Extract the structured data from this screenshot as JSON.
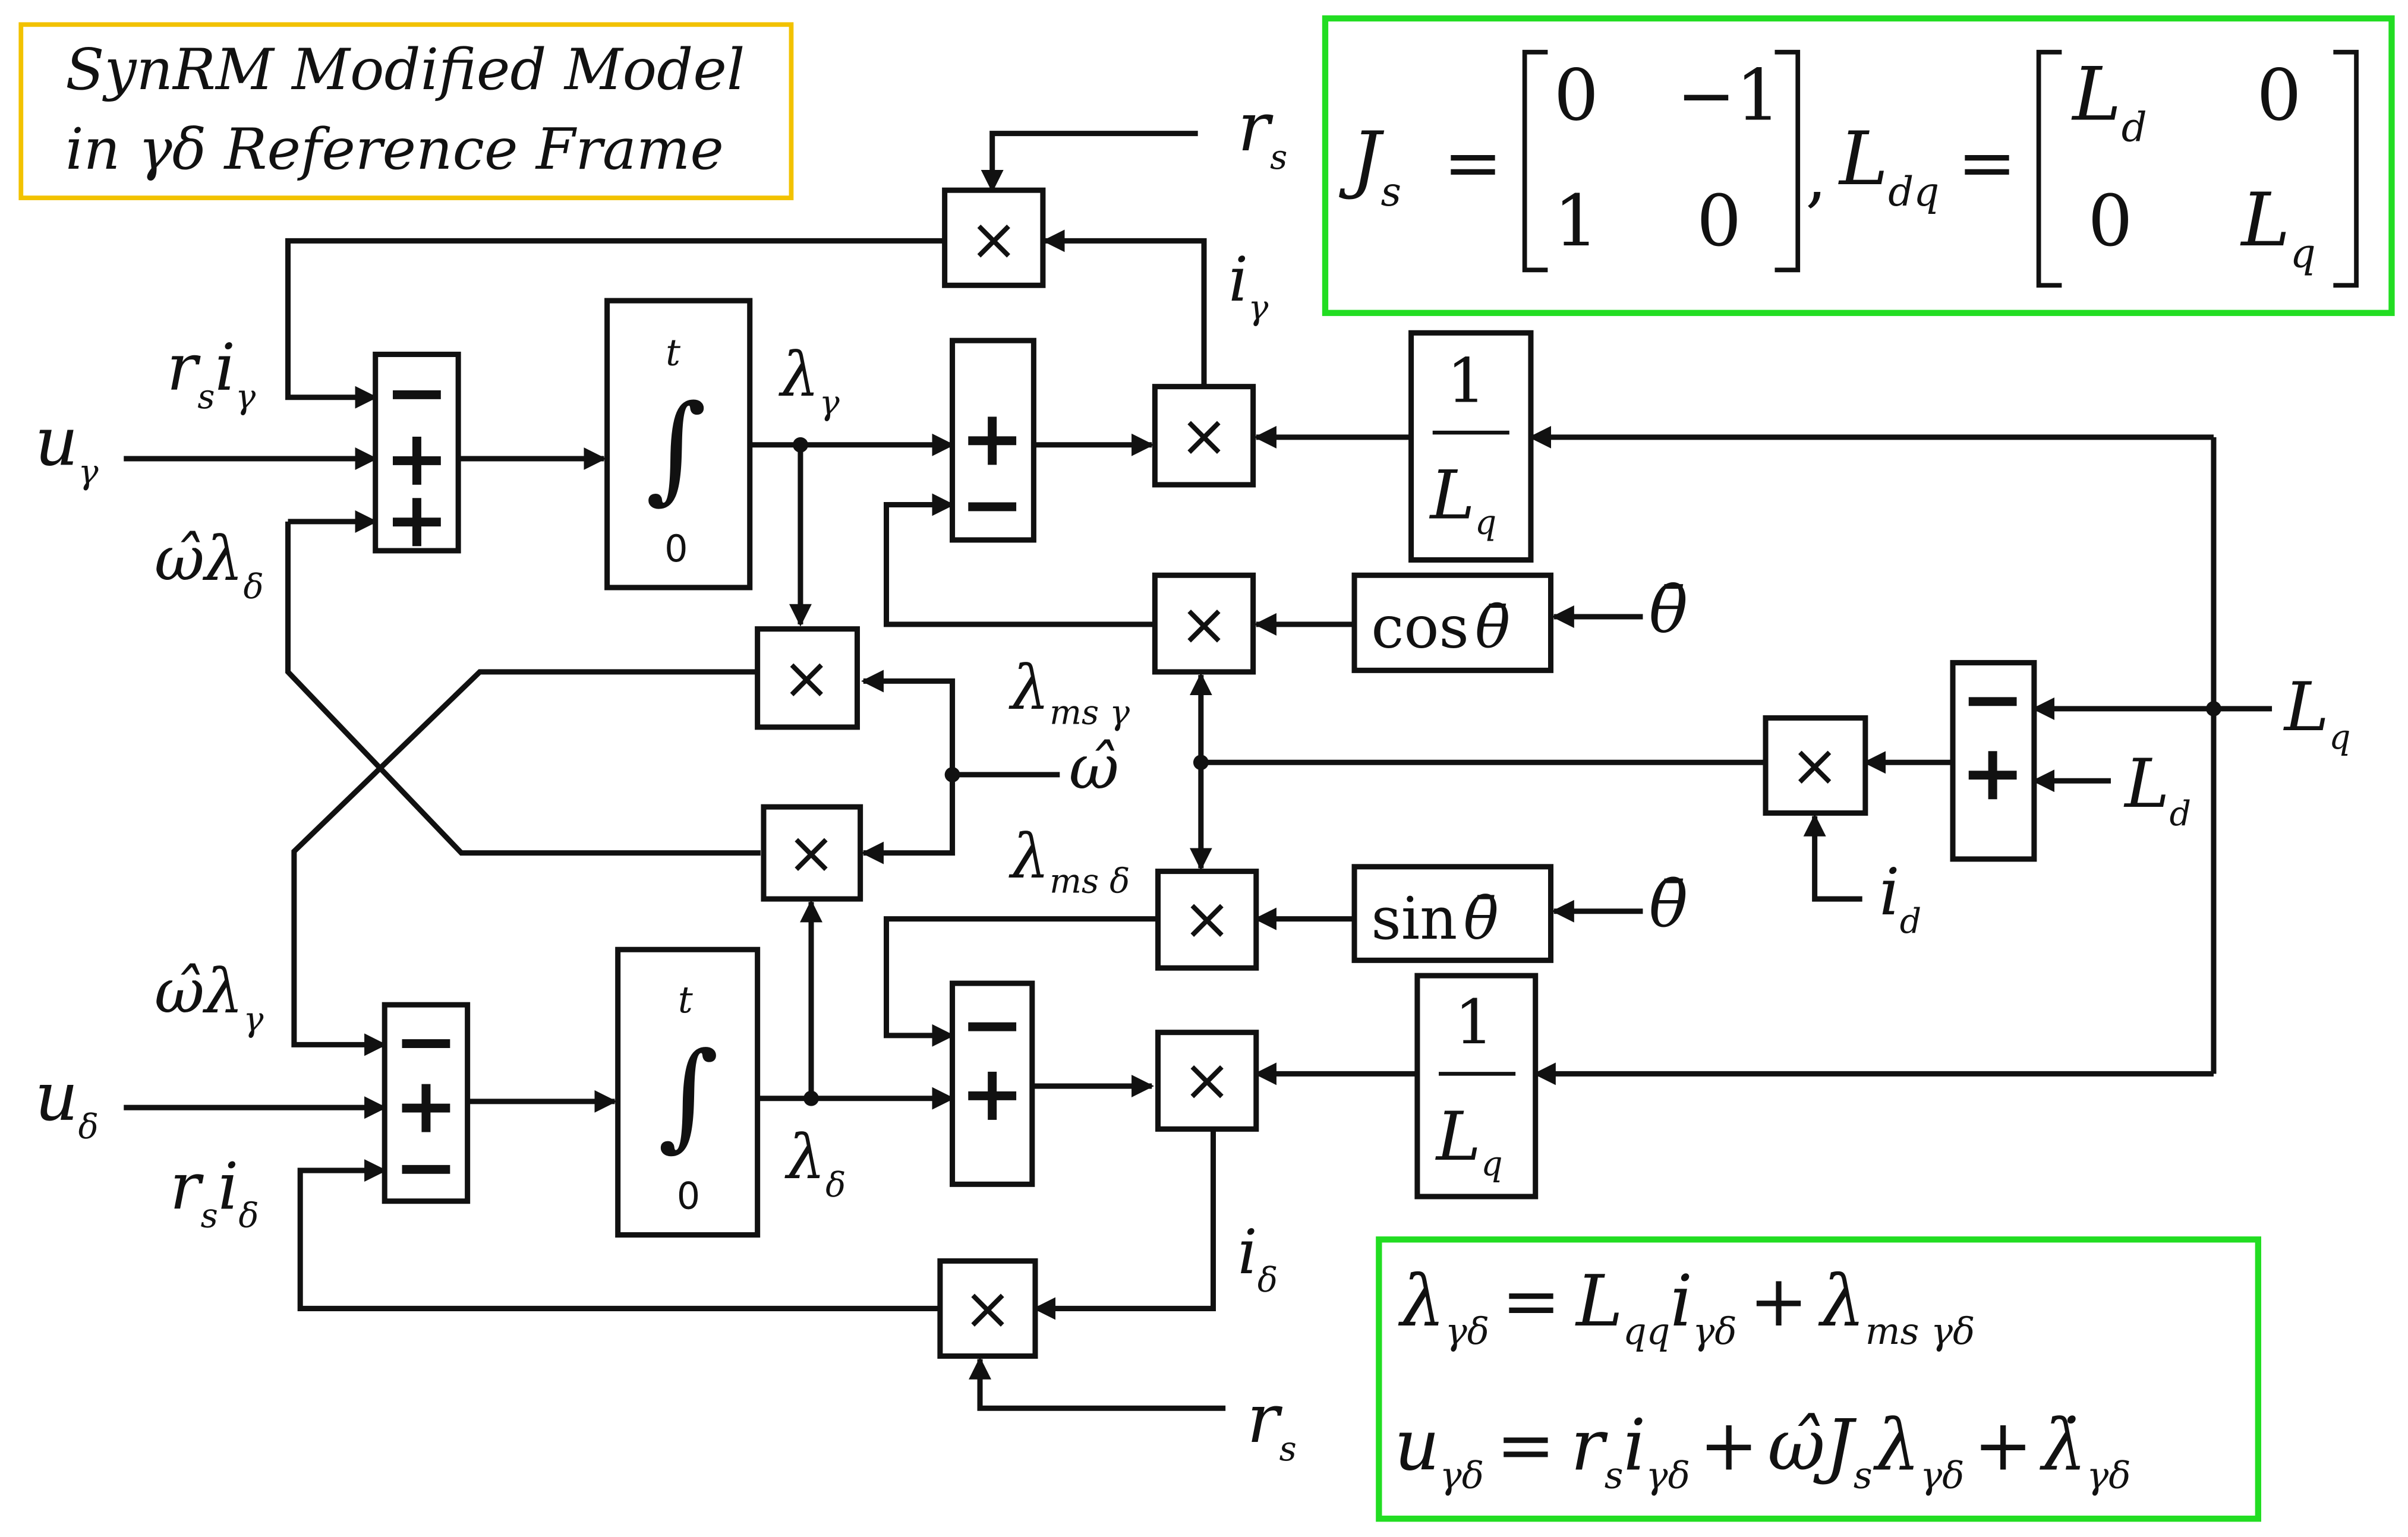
{
  "title_box": {
    "line1": "SynRM Modified Model",
    "line2": "in γδ Reference Frame",
    "border_color": "#f2c200"
  },
  "equation_box_color": "#22dd22",
  "matrix_equation": {
    "Js": "J",
    "Js_sub": "s",
    "Ldq": "L",
    "Ldq_sub": "dq",
    "m11": "0",
    "m12": "−1",
    "m21": "1",
    "m22": "0",
    "d11": "L",
    "d11_sub": "d",
    "d12": "0",
    "d21": "0",
    "d22": "L",
    "d22_sub": "q"
  },
  "flux_equation": {
    "lhs": "λ",
    "lhs_sub": "γδ",
    "eq": "=",
    "t1": "L",
    "t1_sub": "qq",
    "t2": "i",
    "t2_sub": "γδ",
    "plus": "+",
    "t3": "λ",
    "t3_sub": "ms γδ"
  },
  "voltage_equation": {
    "lhs": "u",
    "lhs_sub": "γδ",
    "eq": "=",
    "r": "r",
    "r_sub": "s",
    "i": "i",
    "i_sub": "γδ",
    "plus": "+",
    "w": "ω̂J",
    "w_sub": "s",
    "l": "λ",
    "l_sub": "γδ",
    "plus2": "+",
    "ld": "λ̇",
    "ld_sub": "γδ"
  },
  "signals": {
    "rs_top": "r",
    "rs_top_sub": "s",
    "rs_bottom": "r",
    "rs_bottom_sub": "s",
    "rs_igamma": "r",
    "rs_igamma_sub": "s",
    "rs_igamma_i": "i",
    "rs_igamma_isub": "γ",
    "u_gamma": "u",
    "u_gamma_sub": "γ",
    "w_lambda_delta": "ω̂λ",
    "w_lambda_delta_sub": "δ",
    "w_lambda_gamma": "ω̂λ",
    "w_lambda_gamma_sub": "γ",
    "u_delta": "u",
    "u_delta_sub": "δ",
    "rs_idelta": "r",
    "rs_idelta_sub": "s",
    "rs_idelta_i": "i",
    "rs_idelta_isub": "δ",
    "lambda_gamma": "λ",
    "lambda_gamma_sub": "γ",
    "lambda_delta": "λ",
    "lambda_delta_sub": "δ",
    "i_gamma": "i",
    "i_gamma_sub": "γ",
    "i_delta": "i",
    "i_delta_sub": "δ",
    "lambda_ms_gamma": "λ",
    "lambda_ms_gamma_sub": "ms γ",
    "lambda_ms_delta": "λ",
    "lambda_ms_delta_sub": "ms δ",
    "omega_hat": "ω̂",
    "theta_top": "θ̄",
    "theta_bottom": "θ̄",
    "Lq_input": "L",
    "Lq_input_sub": "q",
    "Ld_input": "L",
    "Ld_input_sub": "d",
    "id_input": "i",
    "id_input_sub": "d"
  },
  "blocks": {
    "sum_signs": {
      "minus": "−",
      "plus": "+"
    },
    "integrator": {
      "upper": "t",
      "symbol": "∫",
      "lower": "0"
    },
    "multiply": "×",
    "inv_Lq": {
      "num": "1",
      "den": "L",
      "den_sub": "q"
    },
    "cos": {
      "fn": "cos",
      "arg": "θ̄"
    },
    "sin": {
      "fn": "sin",
      "arg": "θ̄"
    }
  }
}
